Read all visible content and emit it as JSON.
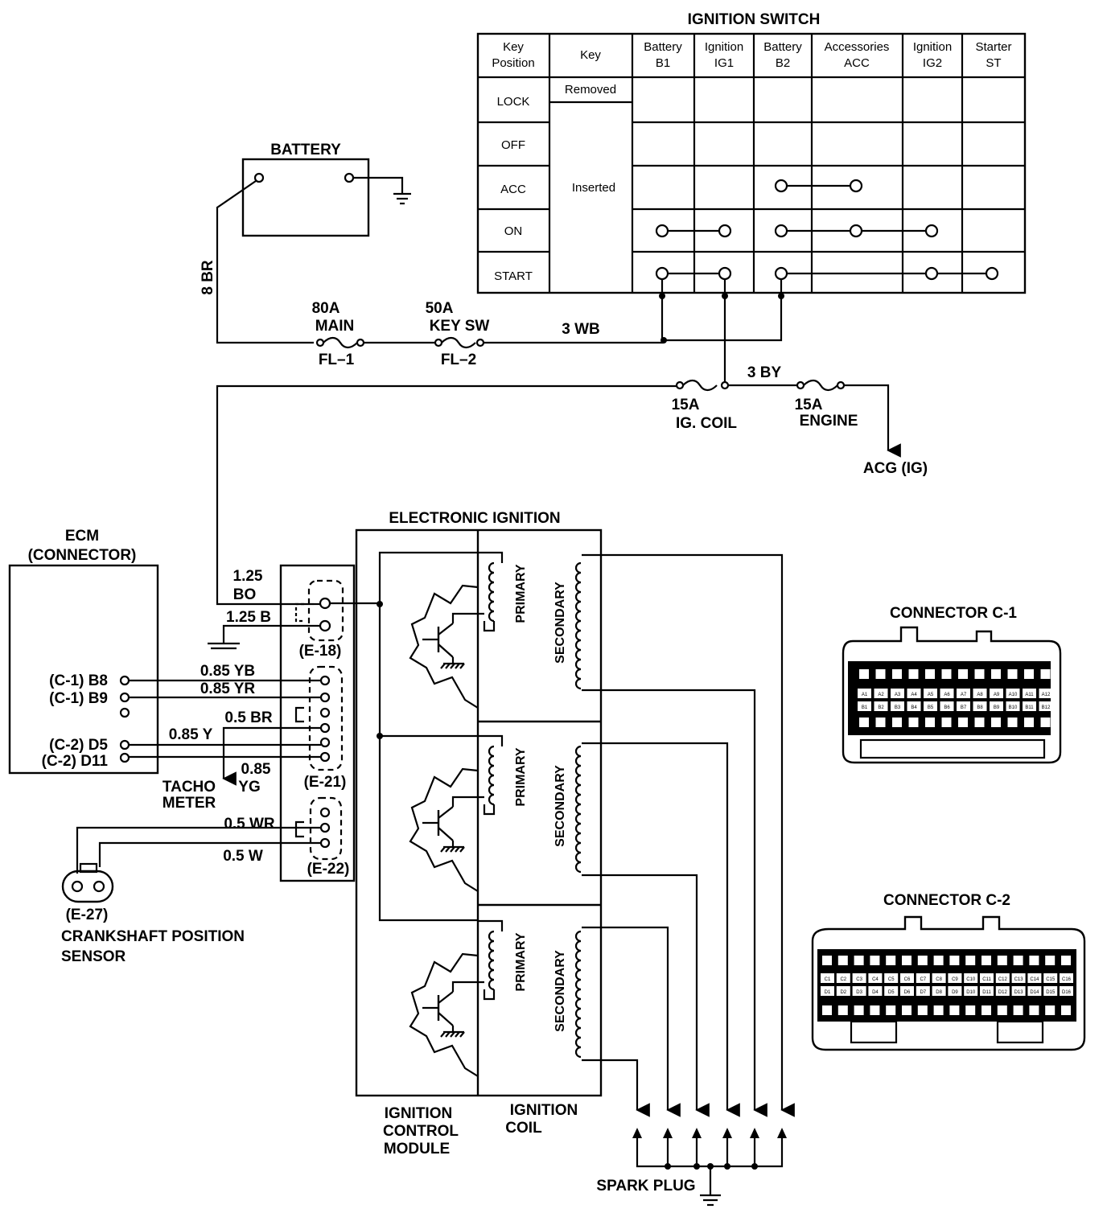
{
  "ignition_switch": {
    "title": "IGNITION SWITCH",
    "headers": [
      "Key\nPosition",
      "Key",
      "Battery\nB1",
      "Ignition\nIG1",
      "Battery\nB2",
      "Accessories\nACC",
      "Ignition\nIG2",
      "Starter\nST"
    ],
    "positions": [
      "LOCK",
      "OFF",
      "ACC",
      "ON",
      "START"
    ],
    "key_states": [
      "Removed",
      "Inserted"
    ]
  },
  "battery": {
    "label": "BATTERY",
    "wire": "8 BR"
  },
  "fuses": {
    "main": {
      "rating": "80A",
      "name": "MAIN",
      "id": "FL–1"
    },
    "key_sw": {
      "rating": "50A",
      "name": "KEY SW",
      "id": "FL–2"
    },
    "ig_coil": {
      "rating": "15A",
      "name": "IG. COIL"
    },
    "engine": {
      "rating": "15A",
      "name": "ENGINE"
    }
  },
  "wires": {
    "wb": "3 WB",
    "by": "3 BY",
    "bo": [
      "1.25",
      "BO"
    ],
    "b": "1.25 B",
    "yb": "0.85 YB",
    "yr": "0.85 YR",
    "br": "0.5 BR",
    "y": "0.85 Y",
    "yg": [
      "0.85",
      "YG"
    ],
    "wr": "0.5 WR",
    "w": "0.5 W"
  },
  "acg": "ACG (IG)",
  "ecm": {
    "title": [
      "ECM",
      "(CONNECTOR)"
    ],
    "pins": [
      "(C-1) B8",
      "(C-1) B9",
      "(C-2) D5",
      "(C-2) D11"
    ]
  },
  "connectors": {
    "e18": "(E-18)",
    "e21": "(E-21)",
    "e22": "(E-22)",
    "e27": "(E-27)"
  },
  "tacho": [
    "TACHO",
    "METER"
  ],
  "crank_sensor": [
    "CRANKSHAFT POSITION",
    "SENSOR"
  ],
  "electronic_ignition": {
    "title": "ELECTRONIC IGNITION",
    "primary": "PRIMARY",
    "secondary": "SECONDARY",
    "module_label": [
      "IGNITION",
      "CONTROL",
      "MODULE"
    ],
    "coil_label": [
      "IGNITION",
      "COIL"
    ]
  },
  "spark_plug": "SPARK PLUG",
  "connector_c1": {
    "title": "CONNECTOR C-1",
    "row1": [
      "A1",
      "A2",
      "A3",
      "A4",
      "A5",
      "A6",
      "A7",
      "A8",
      "A9",
      "A10",
      "A11",
      "A12"
    ],
    "row2": [
      "B1",
      "B2",
      "B3",
      "B4",
      "B5",
      "B6",
      "B7",
      "B8",
      "B9",
      "B10",
      "B11",
      "B12"
    ]
  },
  "connector_c2": {
    "title": "CONNECTOR C-2",
    "row1": [
      "C1",
      "C2",
      "C3",
      "C4",
      "C5",
      "C6",
      "C7",
      "C8",
      "C9",
      "C10",
      "C11",
      "C12",
      "C13",
      "C14",
      "C15",
      "C16"
    ],
    "row2": [
      "D1",
      "D2",
      "D3",
      "D4",
      "D5",
      "D6",
      "D7",
      "D8",
      "D9",
      "D10",
      "D11",
      "D12",
      "D13",
      "D14",
      "D15",
      "D16"
    ]
  }
}
